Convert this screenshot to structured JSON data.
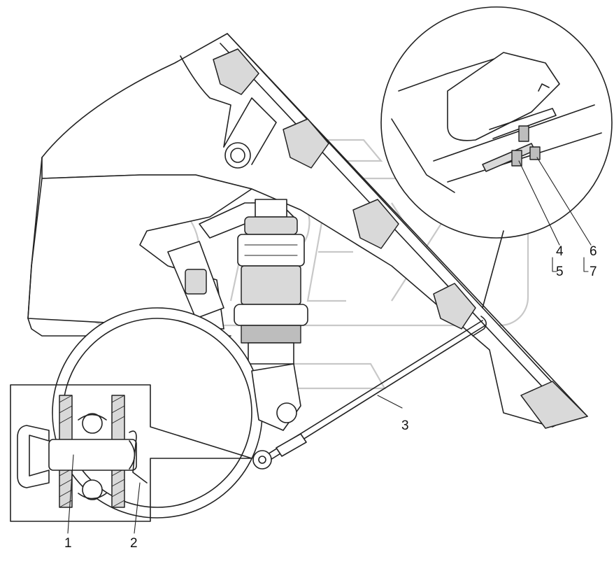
{
  "callouts": {
    "c1": "1",
    "c2": "2",
    "c3": "3",
    "c4": "4",
    "c5": "5",
    "c6": "6",
    "c7": "7"
  },
  "watermark": {
    "text": "OPEX"
  },
  "colors": {
    "line": "#222222",
    "shade": "#d9d9d9",
    "watermark": "#c8c8c8",
    "background": "#ffffff"
  }
}
